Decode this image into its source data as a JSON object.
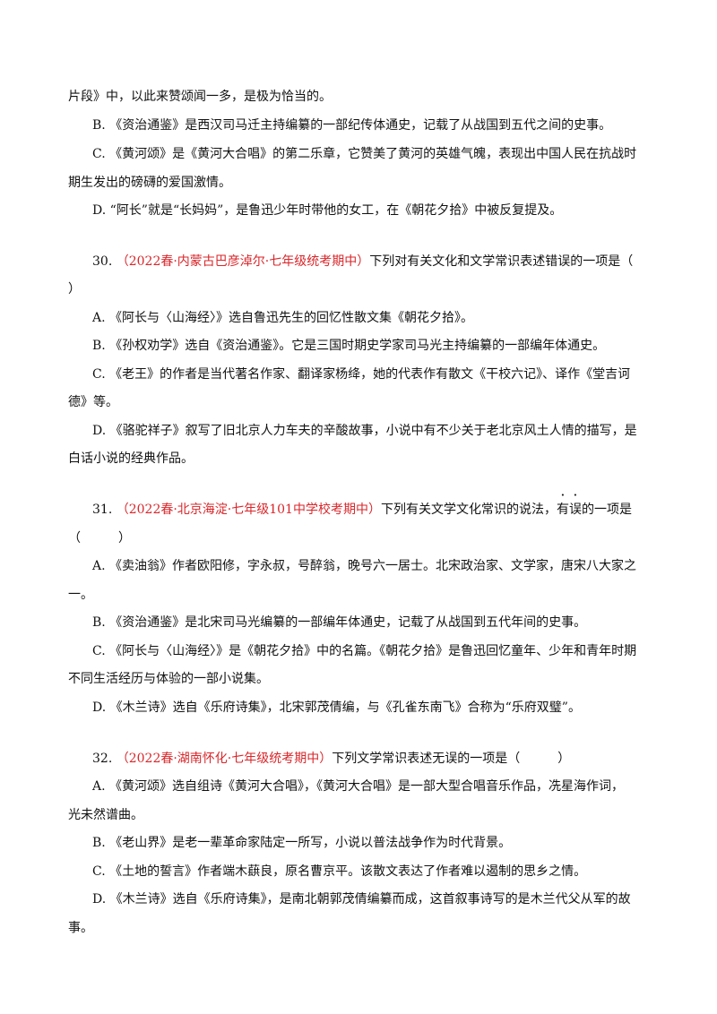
{
  "prev": {
    "line1": "片段》中，以此来赞颂闻一多，是极为恰当的。",
    "B": "B. 《资治通鉴》是西汉司马迁主持编纂的一部纪传体通史，记载了从战国到五代之间的史事。",
    "C1": "C. 《黄河颂》是《黄河大合唱》的第二乐章，它赞美了黄河的英雄气魄，表现出中国人民在抗战时",
    "C2": "期生发出的磅礴的爱国激情。",
    "D": "D. “阿长”就是“长妈妈”，是鲁迅少年时带他的女工，在《朝花夕拾》中被反复提及。"
  },
  "q30": {
    "num": "30.",
    "source": "（2022春·内蒙古巴彦淖尔·七年级统考期中）",
    "stem": "下列对有关文化和文学常识表述错误的一项是（",
    "stem_end": "）",
    "A": "A. 《阿长与〈山海经〉》选自鲁迅先生的回忆性散文集《朝花夕拾》。",
    "B": "B. 《孙权劝学》选自《资治通鉴》。它是三国时期史学家司马光主持编纂的一部编年体通史。",
    "C1": "C. 《老王》的作者是当代著名作家、翻译家杨绛，她的代表作有散文《干校六记》、译作《堂吉诃",
    "C2": "德》等。",
    "D1": "D. 《骆驼祥子》叙写了旧北京人力车夫的辛酸故事，小说中有不少关于老北京风土人情的描写，是",
    "D2": "白话小说的经典作品。"
  },
  "q31": {
    "num": "31.",
    "source": "（2022春·北京海淀·七年级101中学校考期中）",
    "stem_a": "下列有关文学文化常识的说法，",
    "stem_mark1": "有",
    "stem_mark2": "误",
    "stem_b": "的一项是",
    "stem_end": "（　　　）",
    "A1": "A. 《卖油翁》作者欧阳修，字永叔，号醉翁，晚号六一居士。北宋政治家、文学家，唐宋八大家之",
    "A2": "一。",
    "B": "B. 《资治通鉴》是北宋司马光编纂的一部编年体通史，记载了从战国到五代年间的史事。",
    "C1": "C. 《阿长与〈山海经〉》是《朝花夕拾》中的名篇。《朝花夕拾》是鲁迅回忆童年、少年和青年时期",
    "C2": "不同生活经历与体验的一部小说集。",
    "D": "D. 《木兰诗》选自《乐府诗集》，北宋郭茂倩编，与《孔雀东南飞》合称为“乐府双璧”。"
  },
  "q32": {
    "num": "32.",
    "source": "（2022春·湖南怀化·七年级统考期中）",
    "stem": "下列文学常识表述无误的一项是（　　　）",
    "A1": "A. 《黄河颂》选自组诗《黄河大合唱》，《黄河大合唱》是一部大型合唱音乐作品，冼星海作词，",
    "A2": "光未然谱曲。",
    "B": "B. 《老山界》是老一辈革命家陆定一所写，小说以普法战争作为时代背景。",
    "C": "C. 《土地的誓言》作者端木蕻良，原名曹京平。该散文表达了作者难以遏制的思乡之情。",
    "D1": "D. 《木兰诗》选自《乐府诗集》，是南北朝郭茂倩编纂而成，这首叙事诗写的是木兰代父从军的故",
    "D2": "事。"
  }
}
